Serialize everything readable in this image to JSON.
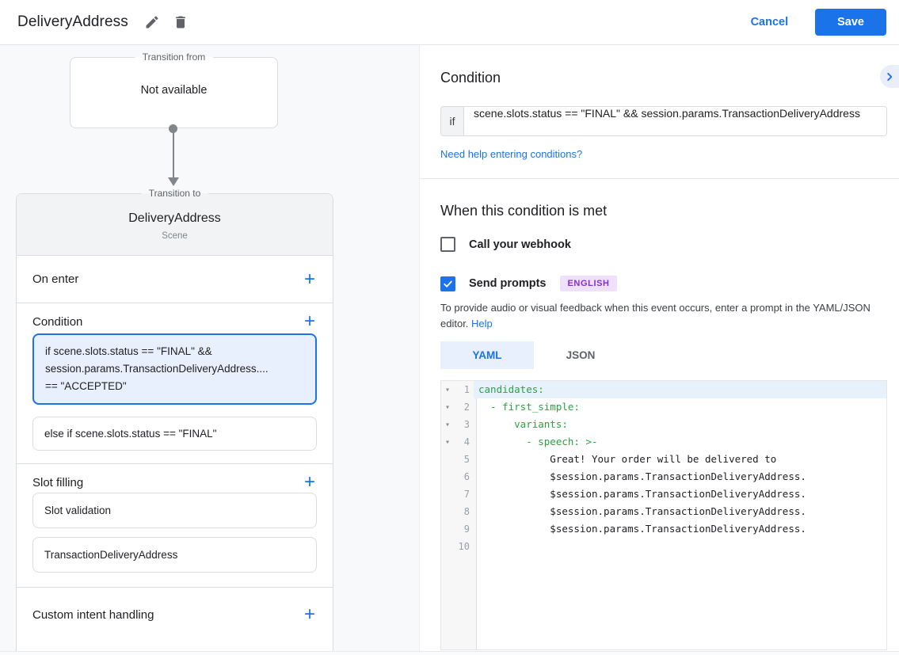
{
  "header": {
    "title": "DeliveryAddress",
    "cancel_label": "Cancel",
    "save_label": "Save"
  },
  "canvas": {
    "transition_from": {
      "label": "Transition from",
      "value": "Not available"
    },
    "scene": {
      "label": "Transition to",
      "title": "DeliveryAddress",
      "subtitle": "Scene",
      "sections": {
        "on_enter": "On enter",
        "condition": "Condition",
        "slot_filling": "Slot filling",
        "custom_intent": "Custom intent handling"
      },
      "condition_cards": {
        "selected_lines": [
          "if scene.slots.status == \"FINAL\" &&",
          "session.params.TransactionDeliveryAddress....",
          "== \"ACCEPTED\""
        ],
        "else_card": "else if scene.slots.status == \"FINAL\""
      },
      "slot_cards": [
        "Slot validation",
        "TransactionDeliveryAddress"
      ]
    }
  },
  "panel": {
    "condition_heading": "Condition",
    "if_label": "if",
    "condition_value": "scene.slots.status == \"FINAL\" && session.params.TransactionDeliveryAddress",
    "help_link": "Need help entering conditions?",
    "met_heading": "When this condition is met",
    "webhook_label": "Call your webhook",
    "prompts_label": "Send prompts",
    "language_badge": "ENGLISH",
    "description": "To provide audio or visual feedback when this event occurs, enter a prompt in the YAML/JSON editor.",
    "description_help": "Help",
    "tabs": {
      "yaml": "YAML",
      "json": "JSON"
    },
    "editor": {
      "lines": [
        {
          "num": "1",
          "text": "candidates:"
        },
        {
          "num": "2",
          "text": "  - first_simple:"
        },
        {
          "num": "3",
          "text": "      variants:"
        },
        {
          "num": "4",
          "text": "        - speech: >-"
        },
        {
          "num": "5",
          "text": "            Great! Your order will be delivered to"
        },
        {
          "num": "6",
          "text": "            $session.params.TransactionDeliveryAddress."
        },
        {
          "num": "7",
          "text": "            $session.params.TransactionDeliveryAddress."
        },
        {
          "num": "8",
          "text": "            $session.params.TransactionDeliveryAddress."
        },
        {
          "num": "9",
          "text": "            $session.params.TransactionDeliveryAddress."
        },
        {
          "num": "10",
          "text": ""
        }
      ]
    }
  },
  "colors": {
    "accent_blue": "#1a73e8",
    "selected_card_bg": "#e8f0fe",
    "yaml_key_green": "#27a343",
    "badge_purple": "#8430ce",
    "badge_bg": "#f0e1fb",
    "canvas_bg": "#f8f9fa"
  }
}
